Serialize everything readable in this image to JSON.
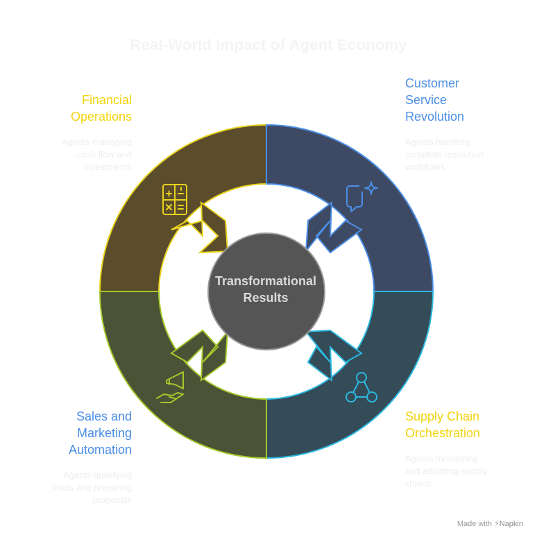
{
  "title": "Real-World Impact of Agent Economy",
  "center": {
    "line1": "Transformational",
    "line2": "Results"
  },
  "segments": [
    {
      "id": "financial",
      "label_lines": [
        "Financial",
        "Operations"
      ],
      "description_lines": [
        "Agents managing",
        "cash flow and",
        "investments"
      ],
      "label_color": "#f2d30c",
      "fill": "#5b4d2c",
      "stroke": "#e8d21c",
      "icon": "calculator-icon"
    },
    {
      "id": "customer",
      "label_lines": [
        "Customer",
        "Service",
        "Revolution"
      ],
      "description_lines": [
        "Agents handling",
        "complete resolution",
        "workflows"
      ],
      "label_color": "#4a8ee6",
      "fill": "#3e4a64",
      "stroke": "#4a8ee6",
      "icon": "chat-sparkle-icon"
    },
    {
      "id": "sales",
      "label_lines": [
        "Sales and",
        "Marketing",
        "Automation"
      ],
      "description_lines": [
        "Agents qualifying",
        "leads and preparing",
        "proposals"
      ],
      "label_color": "#4a8ee6",
      "fill": "#4b5236",
      "stroke": "#a4c82c",
      "icon": "megaphone-hand-icon"
    },
    {
      "id": "supply",
      "label_lines": [
        "Supply Chain",
        "Orchestration"
      ],
      "description_lines": [
        "Agents monitoring",
        "and adjusting supply",
        "chains"
      ],
      "label_color": "#f2d30c",
      "fill": "#344b58",
      "stroke": "#2cb8e0",
      "icon": "network-icon"
    }
  ],
  "credit": {
    "prefix": "Made with",
    "brand": "Napkin"
  }
}
